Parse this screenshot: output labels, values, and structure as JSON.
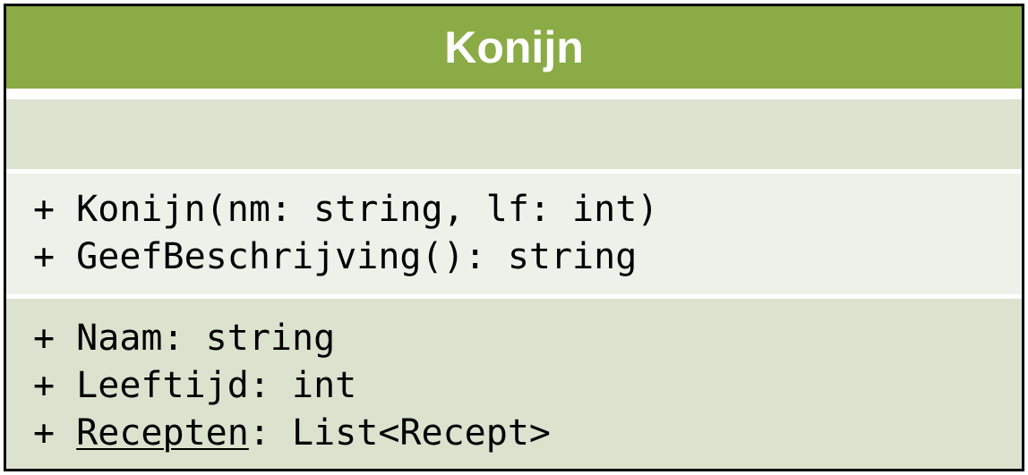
{
  "class_box": {
    "title": "Konijn",
    "attributes": [],
    "methods": [
      {
        "prefix": "+ ",
        "text": "Konijn(nm: string, lf: int)"
      },
      {
        "prefix": "+ ",
        "text": "GeefBeschrijving(): string"
      }
    ],
    "properties": [
      {
        "prefix": "+ ",
        "name": "Naam",
        "rest": ": string"
      },
      {
        "prefix": "+ ",
        "name": "Leeftijd",
        "rest": ": int"
      },
      {
        "prefix": "+ ",
        "name": "Recepten",
        "rest": ": List<Recept>"
      }
    ]
  },
  "colors": {
    "header": "#8aab45",
    "band_dark": "#dbe2ce",
    "band_light": "#eef1e9",
    "border": "#000000",
    "title_text": "#ffffff"
  }
}
